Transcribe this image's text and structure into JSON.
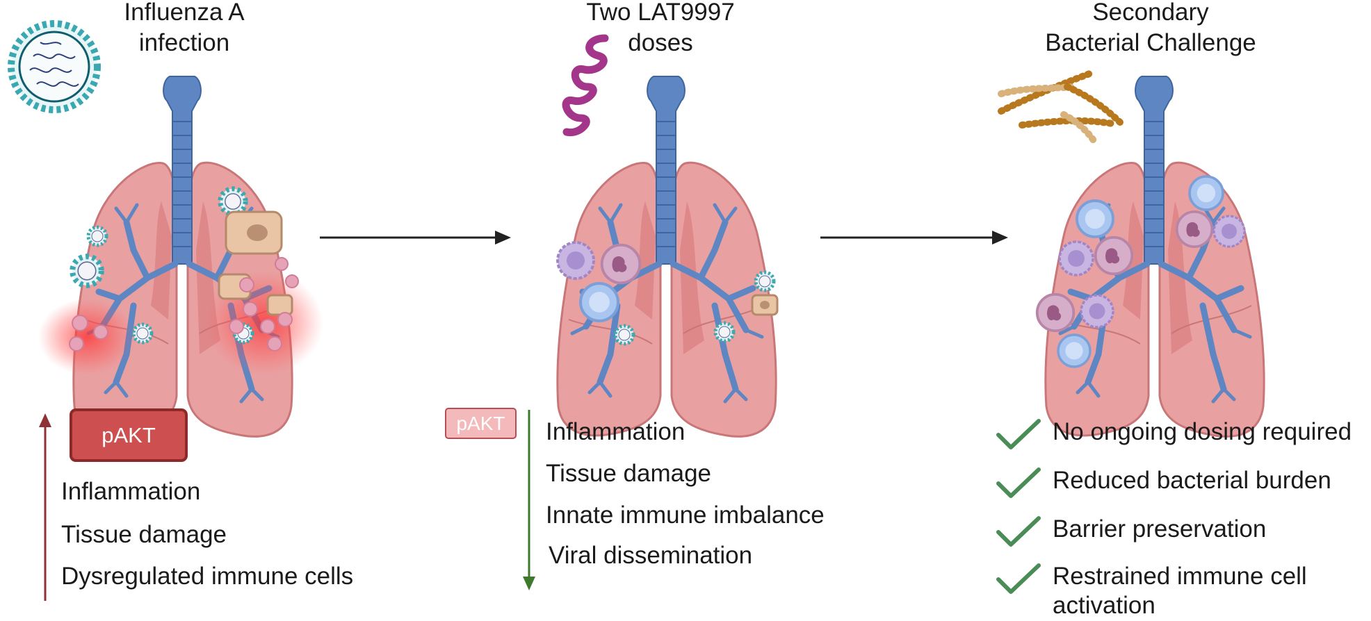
{
  "panels": [
    {
      "title_lines": [
        "Influenza A",
        "infection"
      ]
    },
    {
      "title_lines": [
        "Two LAT9997",
        "doses"
      ]
    },
    {
      "title_lines": [
        "Secondary",
        "Bacterial Challenge"
      ]
    }
  ],
  "panel1": {
    "badge": "pAKT",
    "items": [
      "Inflammation",
      "Tissue damage",
      "Dysregulated immune cells"
    ]
  },
  "panel2": {
    "badge": "pAKT",
    "items": [
      "Inflammation",
      "Tissue damage",
      "Innate immune imbalance",
      "Viral dissemination"
    ]
  },
  "panel3": {
    "items": [
      "No ongoing dosing required",
      "Reduced bacterial burden",
      "Barrier preservation",
      "Restrained immune cell",
      "activation"
    ]
  },
  "colors": {
    "lung": "#e9a0a1",
    "lung_edge": "#c97678",
    "airway": "#5e86c2",
    "up_arrow": "#8f3135",
    "down_arrow": "#3e7a2b",
    "check": "#4a8c55",
    "badge_strong": "#cd4f4f",
    "badge_light": "#f3b9bb"
  }
}
